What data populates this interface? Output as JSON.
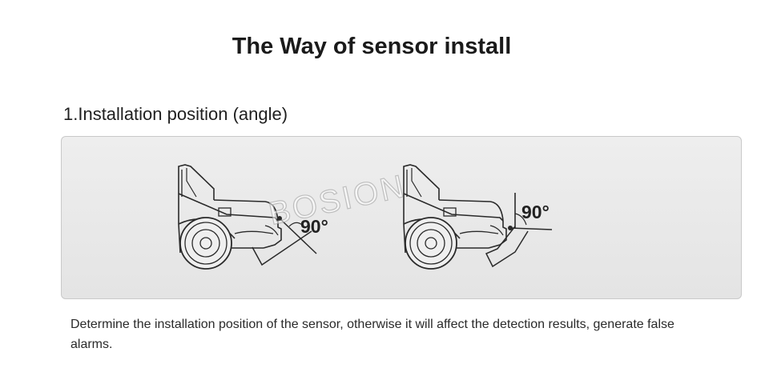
{
  "page": {
    "title": "The Way of sensor install",
    "section_heading": "1.Installation position (angle)",
    "caption": "Determine the installation position of the sensor, otherwise it will affect the detection results, generate false alarms."
  },
  "illustration": {
    "left_car": {
      "angle_label": "90°"
    },
    "right_car": {
      "angle_label": "90°"
    },
    "watermark": "BOSION"
  },
  "colors": {
    "panel_background": "#e8e8e8",
    "line": "#2a2a2a"
  }
}
